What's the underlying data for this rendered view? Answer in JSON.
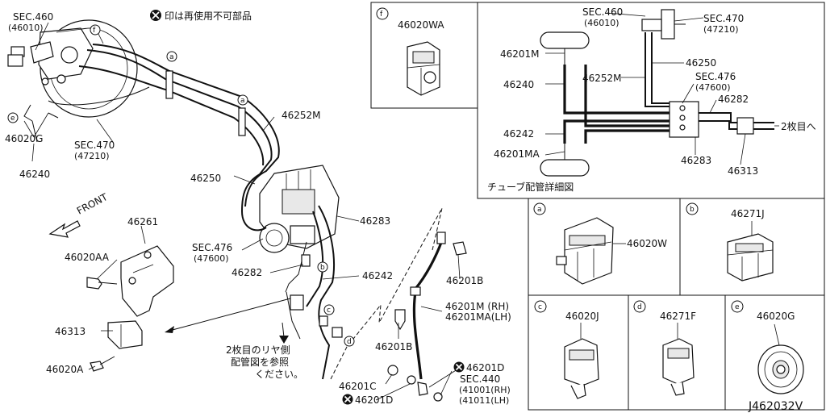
{
  "note": "印は再使用不可部品",
  "drawing_no": "J462032V",
  "front_label": "FRONT",
  "rear_note": [
    "2枚目のリヤ側",
    "配管図を参照",
    "ください。"
  ],
  "tube_detail_caption": "チューブ配管詳細図",
  "next_sheet": "2枚目へ",
  "callout_letters": [
    "a",
    "b",
    "c",
    "d",
    "e",
    "f"
  ],
  "main_labels": {
    "sec460": "SEC.460",
    "sec460_no": "(46010)",
    "sec470": "SEC.470",
    "sec470_no": "(47210)",
    "p46020g": "46020G",
    "p46240": "46240",
    "p46252m": "46252M",
    "p46250": "46250",
    "p46283": "46283",
    "sec476": "SEC.476",
    "sec476_no": "(47600)",
    "p46282": "46282",
    "p46242": "46242",
    "p46261": "46261",
    "p46020aa": "46020AA",
    "p46313": "46313",
    "p46020a": "46020A",
    "p46201b_1": "46201B",
    "p46201b_2": "46201B",
    "p46201m_rh": "46201M (RH)",
    "p46201ma_lh": "46201MA(LH)",
    "p46201d_1": "46201D",
    "p46201d_2": "46201D",
    "p46201c": "46201C",
    "sec440": "SEC.440",
    "sec440_rh": "(41001(RH)",
    "sec440_lh": "(41011(LH)"
  },
  "detail_labels": {
    "sec460": "SEC.460",
    "sec460_no": "(46010)",
    "sec470": "SEC.470",
    "sec470_no": "(47210)",
    "p46201m": "46201M",
    "p46250": "46250",
    "p46252m": "46252M",
    "p46240": "46240",
    "sec476": "SEC.476",
    "sec476_no": "(47600)",
    "p46282": "46282",
    "p46242": "46242",
    "p46201ma": "46201MA",
    "p46283": "46283",
    "p46313": "46313"
  },
  "inset_parts": {
    "f": "46020WA",
    "a": "46020W",
    "b": "46271J",
    "c": "46020J",
    "d": "46271F",
    "e": "46020G"
  }
}
